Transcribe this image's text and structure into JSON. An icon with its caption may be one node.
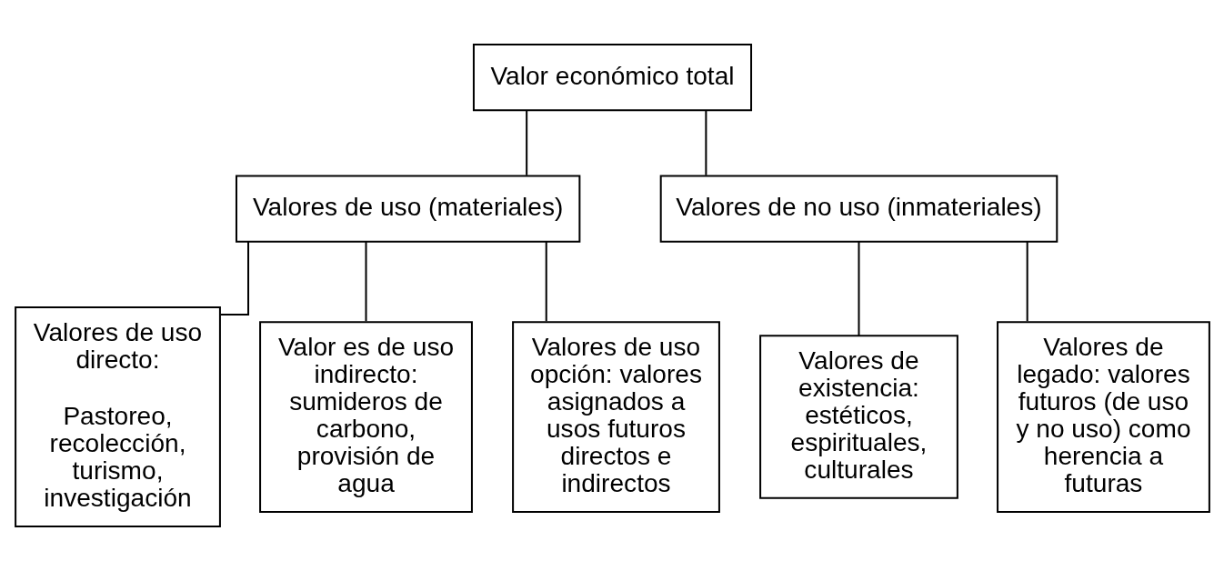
{
  "diagram": {
    "nodes": [
      {
        "text": [
          "Valor económico total"
        ]
      },
      {
        "text": [
          "Valores de uso (materiales)"
        ]
      },
      {
        "text": [
          "Valores de no uso (inmateriales)"
        ]
      },
      {
        "text": [
          "Valores de uso directo:",
          "Pastoreo, recolección, turismo, investigación"
        ]
      },
      {
        "text": [
          "Valor es de uso indirecto: sumideros de carbono, provisión de agua"
        ]
      },
      {
        "text": [
          "Valores de uso opción: valores asignados a usos futuros directos e indirectos"
        ]
      },
      {
        "text": [
          "Valores de existencia: estéticos, espirituales, culturales"
        ]
      },
      {
        "text": [
          "Valores de legado: valores futuros (de uso y no uso) como herencia a futuras"
        ]
      }
    ],
    "edges": [
      {
        "from": 0,
        "to": 1,
        "arrow": "none"
      },
      {
        "from": 0,
        "to": 2,
        "arrow": "none"
      },
      {
        "from": 1,
        "to": 3,
        "arrow": "none"
      },
      {
        "from": 1,
        "to": 4,
        "arrow": "none"
      },
      {
        "from": 1,
        "to": 5,
        "arrow": "none"
      },
      {
        "from": 2,
        "to": 6,
        "arrow": "none"
      },
      {
        "from": 2,
        "to": 7,
        "arrow": "none"
      }
    ]
  }
}
